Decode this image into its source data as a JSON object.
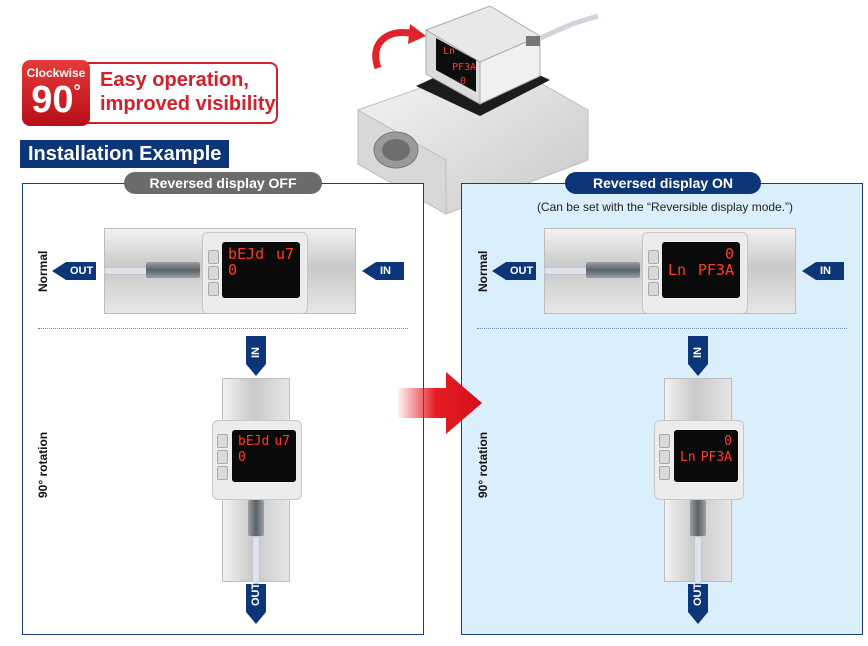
{
  "badge": {
    "direction": "Clockwise",
    "angle": "90",
    "degree_sign": "°"
  },
  "headline": {
    "line1": "Easy operation,",
    "line2": "improved visibility"
  },
  "section_title": "Installation Example",
  "panels": {
    "off": {
      "label": "Reversed display OFF"
    },
    "on": {
      "label": "Reversed display ON",
      "note": "(Can be set with the “Reversible display mode.”)"
    }
  },
  "row_labels": {
    "normal": "Normal",
    "rotated": "90° rotation"
  },
  "flow": {
    "in": "IN",
    "out": "OUT"
  },
  "displays": {
    "off": {
      "line1_left": "bEJd",
      "line1_right": "u7",
      "line2": "0"
    },
    "on": {
      "line1": "0",
      "line2_left": "Ln",
      "line2_right": "PF3A"
    },
    "product": {
      "line1": "Ln",
      "line2": "PF3A",
      "line3": "0"
    }
  },
  "colors": {
    "brand_red": "#d4202a",
    "navy": "#0c3678",
    "panel_on_bg": "#dbeefb",
    "pill_off": "#6b6b6b"
  }
}
